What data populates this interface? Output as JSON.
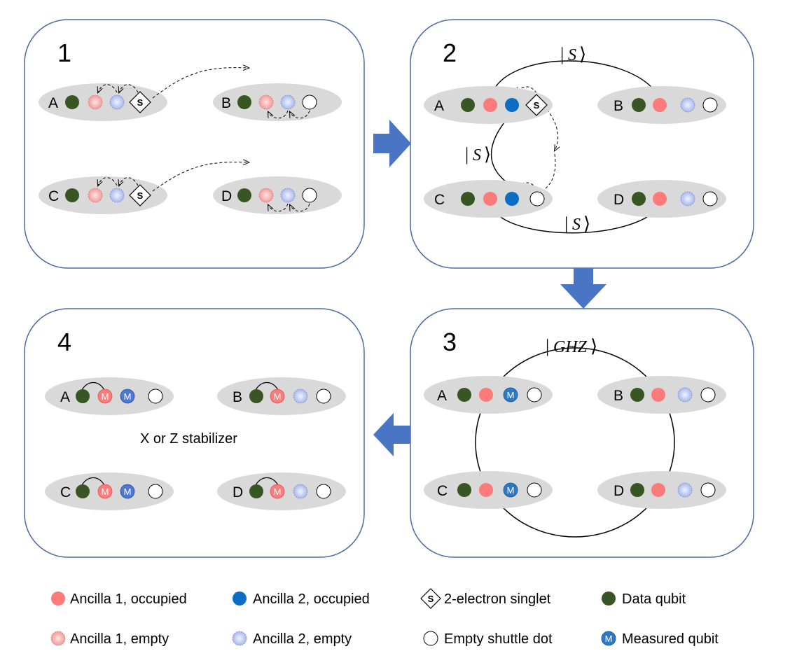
{
  "colors": {
    "panel_border": "#4a6aa3",
    "arrow_fill": "#4a75c4",
    "site_fill": "#d9d9d9",
    "data_qubit": "#375623",
    "ancilla1_occupied": "#ff7b7b",
    "ancilla2_occupied": "#0b6ec2",
    "ancilla1_empty": "#f5b2b2",
    "ancilla2_empty": "#c8d2f2",
    "measured_qubit": "#2d79c7"
  },
  "panels": [
    {
      "number": "1",
      "sites": [
        "A",
        "B",
        "C",
        "D"
      ]
    },
    {
      "number": "2",
      "sites": [
        "A",
        "B",
        "C",
        "D"
      ],
      "kets": [
        "S",
        "S",
        "S"
      ]
    },
    {
      "number": "3",
      "sites": [
        "A",
        "B",
        "C",
        "D"
      ],
      "ket": "GHZ"
    },
    {
      "number": "4",
      "sites": [
        "A",
        "B",
        "C",
        "D"
      ],
      "caption": "X or Z stabilizer"
    }
  ],
  "measured_symbol": "M",
  "singlet_symbol": "S",
  "legend": [
    {
      "label": "Ancilla 1, occupied",
      "icon": "ancilla1-occupied"
    },
    {
      "label": "Ancilla 2, occupied",
      "icon": "ancilla2-occupied"
    },
    {
      "label": "2-electron singlet",
      "icon": "singlet"
    },
    {
      "label": "Data qubit",
      "icon": "data-qubit"
    },
    {
      "label": "Ancilla 1, empty",
      "icon": "ancilla1-empty"
    },
    {
      "label": "Ancilla 2, empty",
      "icon": "ancilla2-empty"
    },
    {
      "label": "Empty shuttle dot",
      "icon": "empty-shuttle-dot"
    },
    {
      "label": "Measured qubit",
      "icon": "measured-qubit"
    }
  ]
}
